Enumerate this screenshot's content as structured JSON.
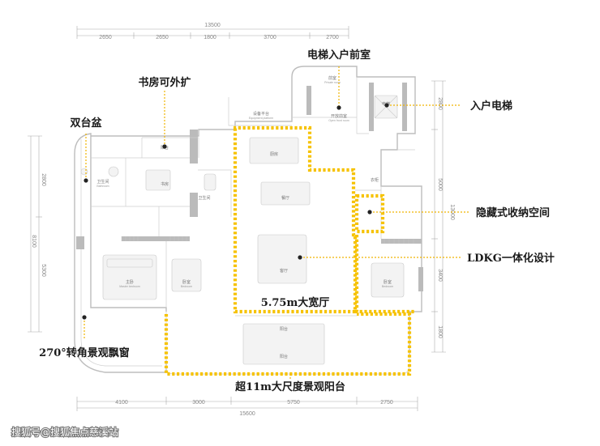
{
  "dimensions": {
    "top_total": "13500",
    "top_segments": [
      "2650",
      "2650",
      "1800",
      "3700",
      "2700"
    ],
    "bottom_total": "15600",
    "bottom_segments": [
      "4100",
      "3000",
      "5750",
      "2750"
    ],
    "left_total": "8100",
    "left_segments": [
      "2800",
      "5300"
    ],
    "right_total": "13000",
    "right_segments": [
      "2800",
      "5000",
      "3400",
      "1800"
    ]
  },
  "rooms": {
    "front_room": "前室",
    "front_room_en": "Private room",
    "entry_hall": "开放前室",
    "entry_hall_en": "Open front room",
    "equipment": "设备平台",
    "equipment_en": "Equipment platform",
    "elevator": "电梯",
    "balcony_small": "阳台",
    "bath_left": "卫生间",
    "bath_left_en": "Bathroom",
    "study": "书房",
    "bath_mid": "卫生间",
    "kitchen": "厨房",
    "dining": "餐厅",
    "storage": "衣柜",
    "living": "客厅",
    "master": "主卧",
    "master_en": "Master bedroom",
    "bedroom_a": "卧室",
    "bedroom_a_en": "Bedroom",
    "bedroom_b": "卧室",
    "bedroom_b_en": "Bedroom",
    "balcony": "阳台",
    "balcony_big": "阳台"
  },
  "callouts": {
    "elevator_hall": "电梯入户前室",
    "study_outward": "书房可外扩",
    "double_basin": "双台盆",
    "private_elevator": "入户电梯",
    "hidden_storage": "隐藏式收纳空间",
    "ldkg": "LDKG一体化设计",
    "living_width": "5.75m大宽厅",
    "bay_window": "270°转角景观飘窗",
    "big_balcony": "超11m大尺度景观阳台"
  },
  "watermark": "搜狐号@搜狐焦点慈溪站",
  "colors": {
    "highlight": "#f6c200",
    "text": "#1a1a1a",
    "wall": "#bbbbbb"
  }
}
